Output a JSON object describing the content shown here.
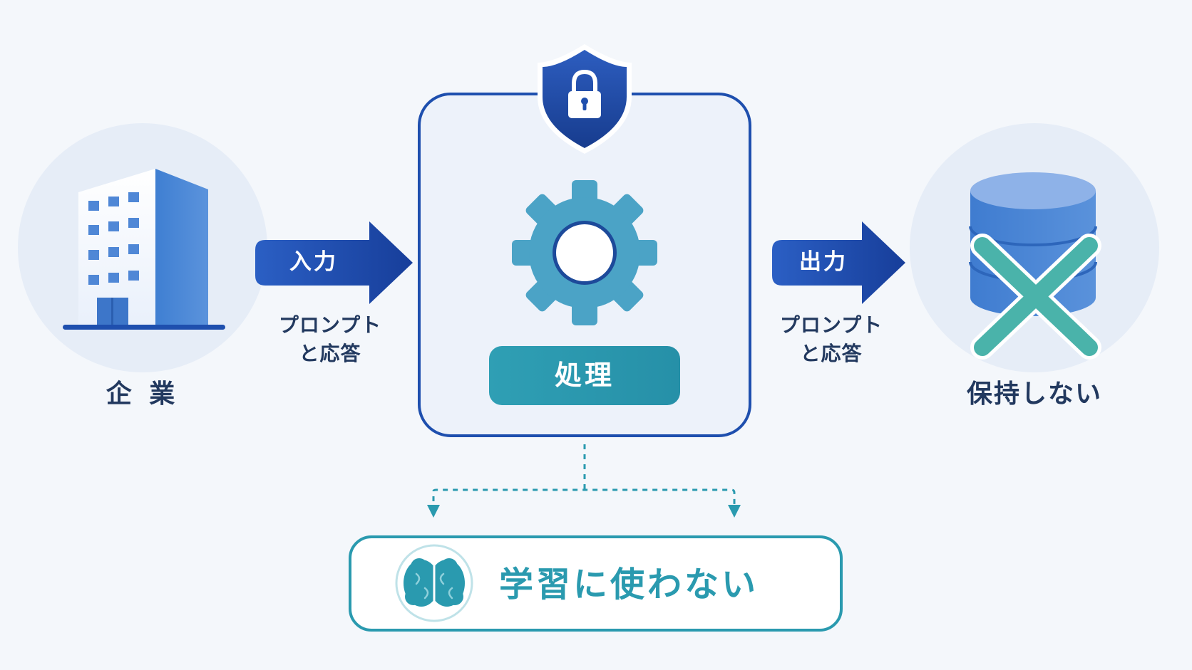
{
  "colors": {
    "background": "#f4f7fb",
    "primary_blue": "#1e4fae",
    "accent_teal": "#2a9aaf",
    "label_dark": "#22395f",
    "circle_bg": "#e6edf7"
  },
  "icons": {
    "enterprise": "building-icon",
    "security": "shield-lock-icon",
    "processing": "gear-icon",
    "storage": "database-crossed-icon",
    "learning": "brain-icon"
  },
  "nodes": {
    "enterprise": {
      "label": "企 業"
    },
    "storage": {
      "label": "保持しない"
    }
  },
  "arrows": {
    "input": {
      "label": "入力",
      "sub": [
        "プロンプト",
        "と応答"
      ]
    },
    "output": {
      "label": "出力",
      "sub": [
        "プロンプト",
        "と応答"
      ]
    }
  },
  "process": {
    "label": "処理"
  },
  "learning": {
    "label": "学習に使わない"
  }
}
